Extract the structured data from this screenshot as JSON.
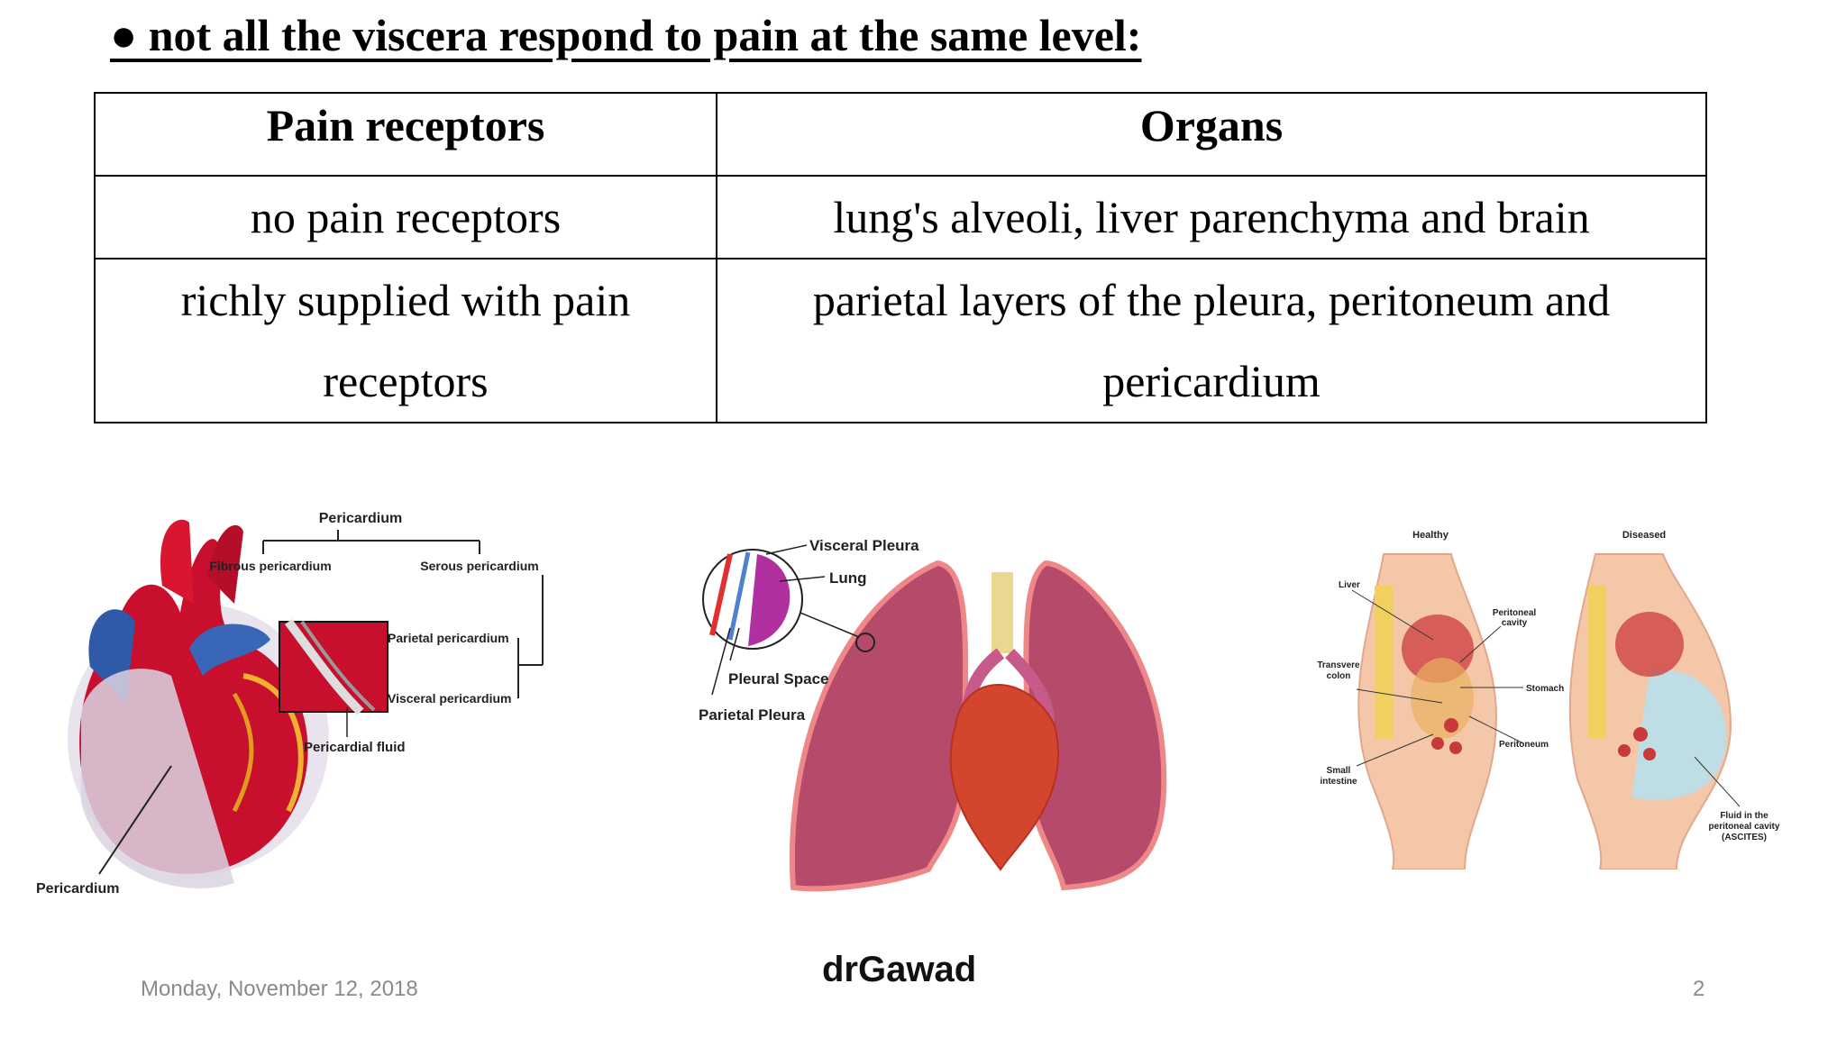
{
  "slide": {
    "heading": "● not all the viscera respond to pain at the same level:",
    "table": {
      "headers": [
        "Pain receptors",
        "Organs"
      ],
      "rows": [
        [
          "no pain receptors",
          "lung's alveoli, liver parenchyma and brain"
        ],
        [
          "richly supplied with pain receptors",
          "parietal layers of the pleura, peritoneum and pericardium"
        ]
      ]
    },
    "figures": {
      "heart": {
        "title": "Pericardium",
        "fibrous": "Fibrous pericardium",
        "serous": "Serous pericardium",
        "parietal": "Parietal pericardium",
        "visceral": "Visceral pericardium",
        "fluid": "Pericardial fluid",
        "bottom": "Pericardium"
      },
      "lungs": {
        "visceral": "Visceral Pleura",
        "lung": "Lung",
        "space": "Pleural Space",
        "parietal": "Parietal Pleura"
      },
      "abdomen": {
        "healthy": "Healthy",
        "diseased": "Diseased",
        "liver": "Liver",
        "cavity": "Peritoneal cavity",
        "transverse": "Transvere colon",
        "stomach": "Stomach",
        "peritoneum": "Peritoneum",
        "small": "Small intestine",
        "fluid": "Fluid in the peritoneal cavity (ASCITES)"
      }
    },
    "footer": {
      "date": "Monday, November 12, 2018",
      "author": "drGawad",
      "page": "2"
    },
    "colors": {
      "heart_red": "#c8102e",
      "heart_blue": "#2e5aa8",
      "lung_pink": "#b54a6a",
      "skin": "#f4c7a8"
    }
  }
}
